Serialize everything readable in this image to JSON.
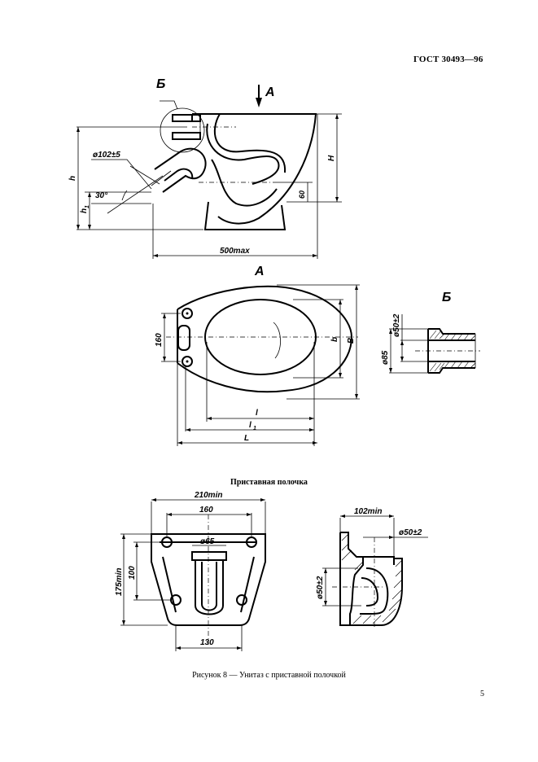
{
  "header": {
    "standard": "ГОСТ 30493—96"
  },
  "figure1": {
    "view_side": {
      "callout_detail": "Б",
      "callout_view": "А",
      "dim_diameter": "ø102±5",
      "dim_angle": "30°",
      "dim_h": "h",
      "dim_h1": "h",
      "dim_h1_sub": "1",
      "dim_H": "H",
      "dim_60": "60",
      "dim_width": "500max"
    },
    "view_top": {
      "title": "А",
      "dim_160": "160",
      "dim_b": "b",
      "dim_B": "B",
      "dim_l": "l",
      "dim_l1": "l",
      "dim_l1_sub": "1",
      "dim_L": "L"
    },
    "detail_b": {
      "title": "Б",
      "dim_50": "ø50±2",
      "dim_85": "ø85"
    }
  },
  "shelf": {
    "title": "Приставная полочка",
    "dim_210": "210min",
    "dim_160": "160",
    "dim_65": "ø65",
    "dim_175": "175min",
    "dim_100": "100",
    "dim_130": "130",
    "side_dim_102": "102min",
    "side_dim_50_top": "ø50±2",
    "side_dim_50_left": "ø50±2"
  },
  "caption": "Рисунок 8 — Унитаз с приставной полочкой",
  "page_number": "5"
}
